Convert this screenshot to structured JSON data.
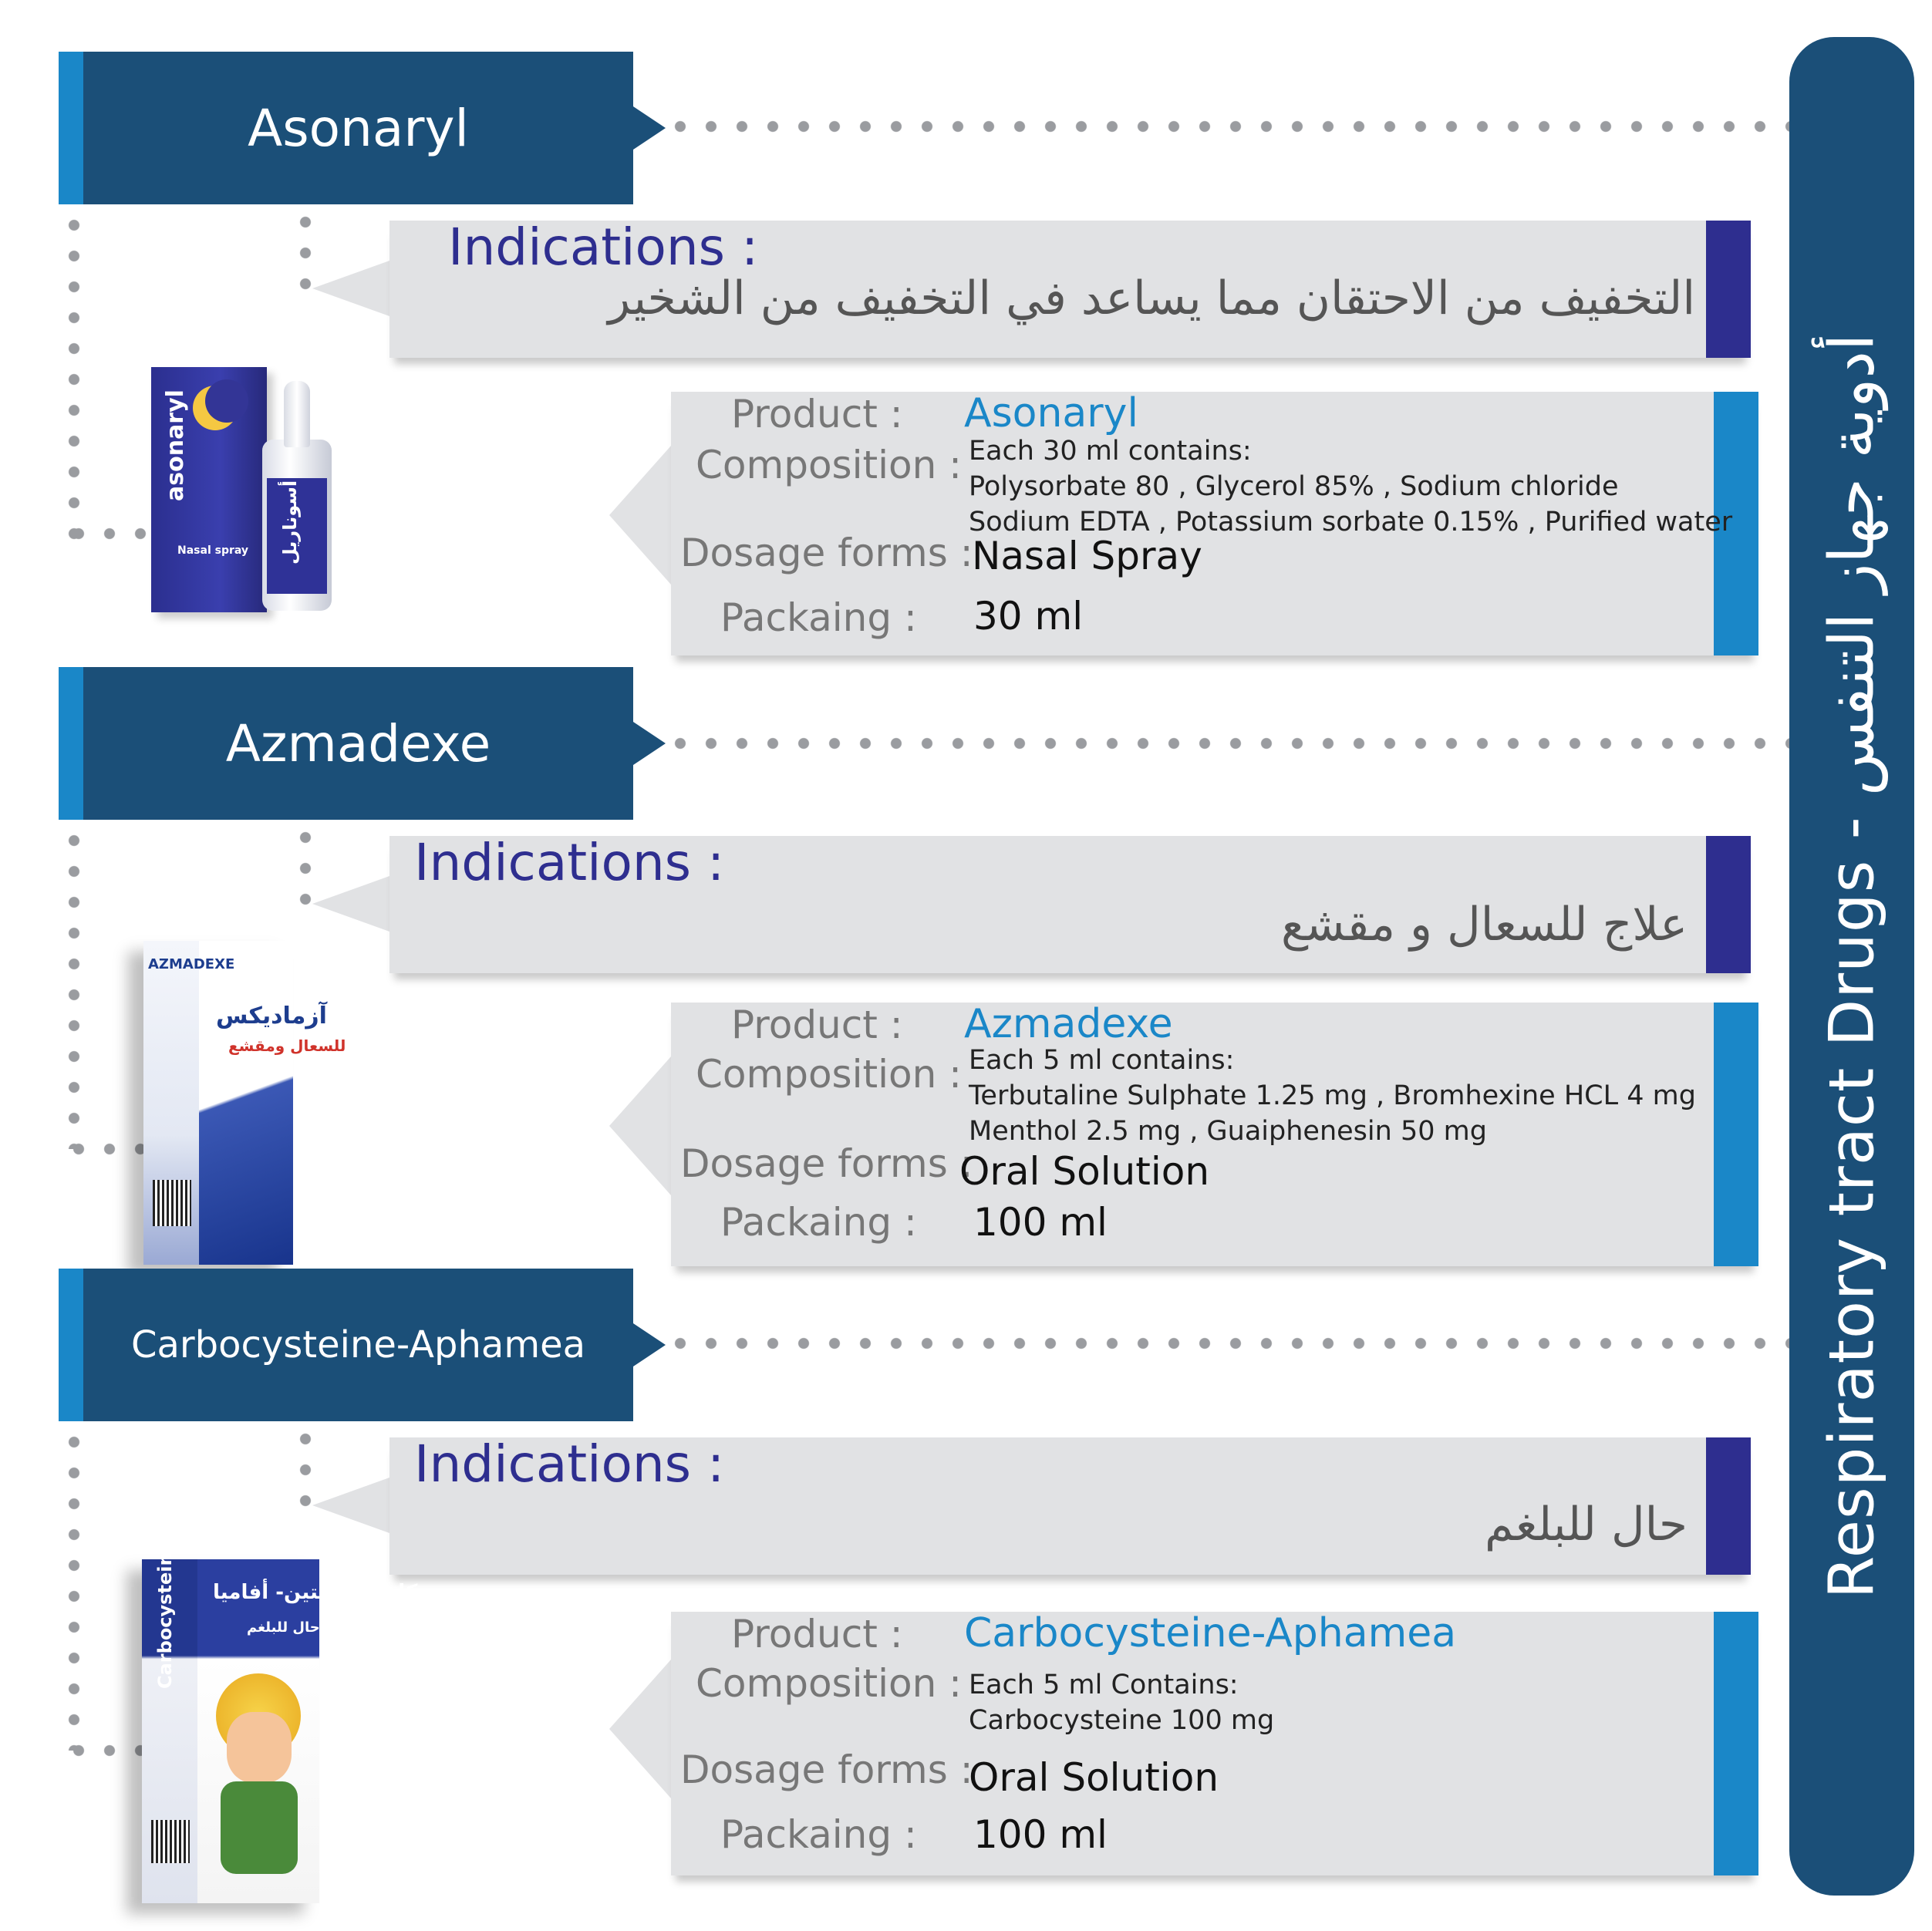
{
  "side_title": "Respiratory tract Drugs - أدوية جهاز التنفس",
  "labels": {
    "indications": "Indications :",
    "product": "Product :",
    "composition": "Composition :",
    "dosage_forms": "Dosage forms :",
    "packaging": "Packaing :"
  },
  "products": [
    {
      "banner": "Asonaryl",
      "indication_ar": "التخفيف من الاحتقان مما يساعد في التخفيف من الشخير",
      "name": "Asonaryl",
      "composition": [
        "Each 30 ml contains:",
        "Polysorbate 80 , Glycerol 85% , Sodium chloride",
        "Sodium EDTA , Potassium sorbate 0.15% , Purified water"
      ],
      "dosage_form": "Nasal Spray",
      "packaging": "30 ml",
      "package_text": {
        "brand": "asonaryl",
        "brand_ar": "أسوناريل",
        "sub": "Nasal spray"
      }
    },
    {
      "banner": "Azmadexe",
      "indication_ar": "علاج للسعال و مقشع",
      "name": "Azmadexe",
      "composition": [
        "Each 5 ml contains:",
        "Terbutaline Sulphate   1.25 mg , Bromhexine HCL   4 mg",
        "Menthol   2.5 mg , Guaiphenesin   50 mg"
      ],
      "dosage_form": "Oral Solution",
      "packaging": "100 ml",
      "package_text": {
        "brand": "AZMADEXE",
        "brand_ar": "آزماديكس",
        "sub": "للسعال ومقشع"
      }
    },
    {
      "banner": "Carbocysteine-Aphamea",
      "indication_ar": "حال للبلغم",
      "name": "Carbocysteine-Aphamea",
      "composition": [
        "Each 5 ml Contains:",
        "Carbocysteine     100 mg"
      ],
      "dosage_form": "Oral Solution",
      "packaging": "100 ml",
      "package_text": {
        "brand": "Carbocysteine",
        "brand_ar": "كاربوسيستين- أفاميا",
        "sub": "حال للبلغم"
      }
    }
  ],
  "colors": {
    "navy": "#1b4f78",
    "accent_blue": "#1a87c8",
    "indigo": "#2e2e8f",
    "box_grey": "#e1e2e4",
    "dot_grey": "#9a9ca0"
  }
}
